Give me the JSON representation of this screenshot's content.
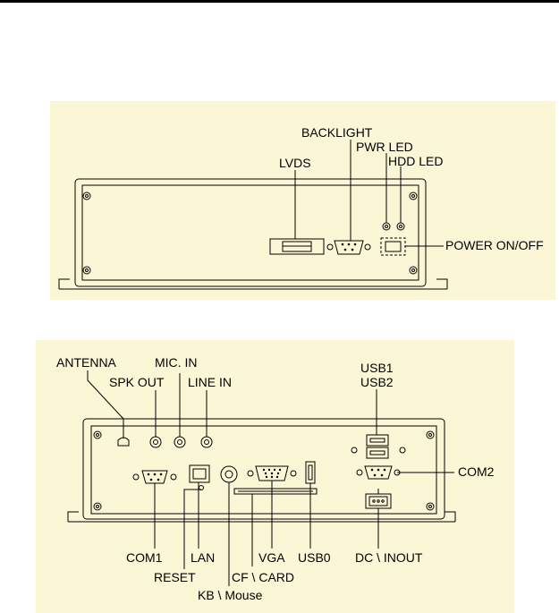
{
  "front_panel": {
    "labels": {
      "backlight": "BACKLIGHT",
      "pwr_led": "PWR LED",
      "hdd_led": "HDD LED",
      "lvds": "LVDS",
      "power": "POWER ON/OFF"
    }
  },
  "rear_panel": {
    "labels": {
      "antenna": "ANTENNA",
      "mic_in": "MIC. IN",
      "spk_out": "SPK OUT",
      "line_in": "LINE IN",
      "usb1": "USB1",
      "usb2": "USB2",
      "com2": "COM2",
      "com1": "COM1",
      "reset": "RESET",
      "lan": "LAN",
      "kb_mouse": "KB \\ Mouse",
      "cf_card": "CF \\ CARD",
      "vga": "VGA",
      "usb0": "USB0",
      "dc_inout": "DC \\ INOUT"
    }
  },
  "colors": {
    "panel_background": "#fbf7d6",
    "line": "#000000"
  }
}
